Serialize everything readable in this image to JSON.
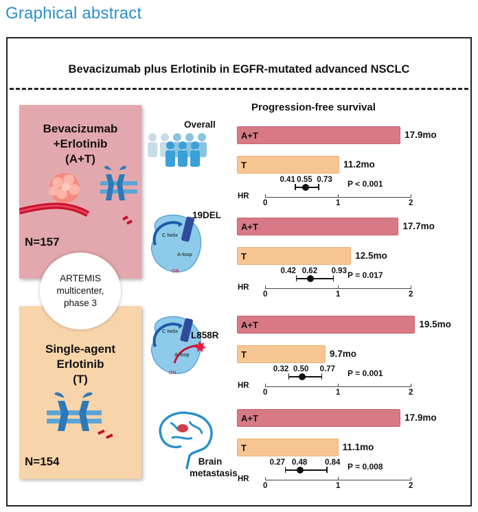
{
  "header": {
    "label": "Graphical abstract"
  },
  "title": "Bevacizumab plus Erlotinib in EGFR-mutated advanced NSCLC",
  "arm_a": {
    "name_lines": [
      "Bevacizumab",
      "+Erlotinib",
      "(A+T)"
    ],
    "n": "N=157"
  },
  "arm_b": {
    "name_lines": [
      "Single-agent",
      "Erlotinib",
      "(T)"
    ],
    "n": "N=154"
  },
  "trial": {
    "lines": [
      "ARTEMIS",
      "multicenter,",
      "phase 3"
    ]
  },
  "pfs_title": "Progression-free survival",
  "bar_labels": {
    "combo": "A+T",
    "single": "T"
  },
  "hr_label": "HR",
  "axis_ticks": [
    "0",
    "1",
    "2"
  ],
  "subgroups": [
    {
      "label": "Overall",
      "at": "17.9mo",
      "t": "11.2mo",
      "hr_low": "0.41",
      "hr": "0.55",
      "hr_high": "0.73",
      "p": "P < 0.001"
    },
    {
      "label": "19DEL",
      "at": "17.7mo",
      "t": "12.5mo",
      "hr_low": "0.42",
      "hr": "0.62",
      "hr_high": "0.93",
      "p": "P = 0.017"
    },
    {
      "label": "L858R",
      "at": "19.5mo",
      "t": "9.7mo",
      "hr_low": "0.32",
      "hr": "0.50",
      "hr_high": "0.77",
      "p": "P = 0.001"
    },
    {
      "label_lines": [
        "Brain",
        "metastasis"
      ],
      "at": "17.9mo",
      "t": "11.1mo",
      "hr_low": "0.27",
      "hr": "0.48",
      "hr_high": "0.84",
      "p": "P = 0.008"
    }
  ],
  "kinase_labels": {
    "c_helix": "C helix",
    "a_loop": "A-loop",
    "on": "ON"
  },
  "chart_data": {
    "type": "bar",
    "title": "Progression-free survival",
    "categories": [
      "Overall",
      "19DEL",
      "L858R",
      "Brain metastasis"
    ],
    "series": [
      {
        "name": "A+T",
        "values": [
          17.9,
          17.7,
          19.5,
          17.9
        ]
      },
      {
        "name": "T",
        "values": [
          11.2,
          12.5,
          9.7,
          11.1
        ]
      }
    ],
    "units": "mo",
    "hazard_ratios": [
      {
        "hr": 0.55,
        "ci": [
          0.41,
          0.73
        ],
        "p": "P < 0.001"
      },
      {
        "hr": 0.62,
        "ci": [
          0.42,
          0.93
        ],
        "p": "P = 0.017"
      },
      {
        "hr": 0.5,
        "ci": [
          0.32,
          0.77
        ],
        "p": "P = 0.001"
      },
      {
        "hr": 0.48,
        "ci": [
          0.27,
          0.84
        ],
        "p": "P = 0.008"
      }
    ],
    "hr_axis": [
      0,
      2
    ],
    "colors": {
      "combo": "#d77a86",
      "single": "#f6c592"
    }
  }
}
